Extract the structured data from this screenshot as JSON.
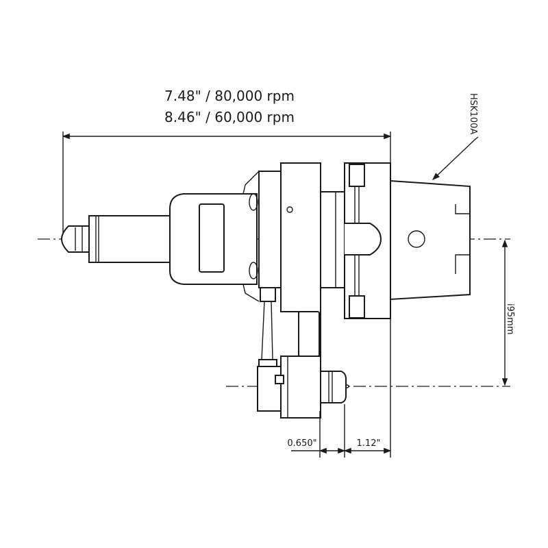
{
  "title": {
    "line1": "7.48\" / 80,000 rpm",
    "line2": "8.46\" / 60,000 rpm"
  },
  "labels": {
    "holder": "HSK100A",
    "offset": "i95mm",
    "dim_left": "0.650\"",
    "dim_right": "1.12\""
  }
}
